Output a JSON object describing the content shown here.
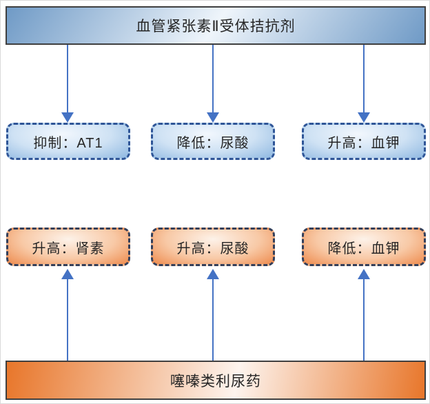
{
  "nodes": {
    "top": {
      "label": "血管紧张素Ⅱ受体拮抗剂"
    },
    "bottom": {
      "label": "噻嗪类利尿药"
    },
    "arb_effects": [
      {
        "label": "抑制：AT1"
      },
      {
        "label": "降低：尿酸"
      },
      {
        "label": "升高：血钾"
      }
    ],
    "diuretic_effects": [
      {
        "label": "升高：肾素"
      },
      {
        "label": "升高：尿酸"
      },
      {
        "label": "降低：血钾"
      }
    ]
  },
  "connections": [
    {
      "from": "top",
      "to": "arb_effects.0",
      "direction": "down"
    },
    {
      "from": "top",
      "to": "arb_effects.1",
      "direction": "down"
    },
    {
      "from": "top",
      "to": "arb_effects.2",
      "direction": "down"
    },
    {
      "from": "bottom",
      "to": "diuretic_effects.0",
      "direction": "up"
    },
    {
      "from": "bottom",
      "to": "diuretic_effects.1",
      "direction": "up"
    },
    {
      "from": "bottom",
      "to": "diuretic_effects.2",
      "direction": "up"
    }
  ],
  "colors": {
    "arrow": "#4472c4",
    "blue-border": "#2f5597",
    "orange-border": "#333f5a",
    "frame-border": "#3f3f3f",
    "blue-grad-dark": "#6f9ac6",
    "blue-grad-light": "#eff5fb",
    "orange-grad-dark": "#e8762a",
    "orange-grad-light": "#fdf4ee",
    "blue-fill-edge": "#8fb8e1",
    "blue-fill-center": "#f2f7fd",
    "orange-fill-edge": "#ee8c4f",
    "orange-fill-center": "#fdf2e9",
    "text": "#262626"
  }
}
